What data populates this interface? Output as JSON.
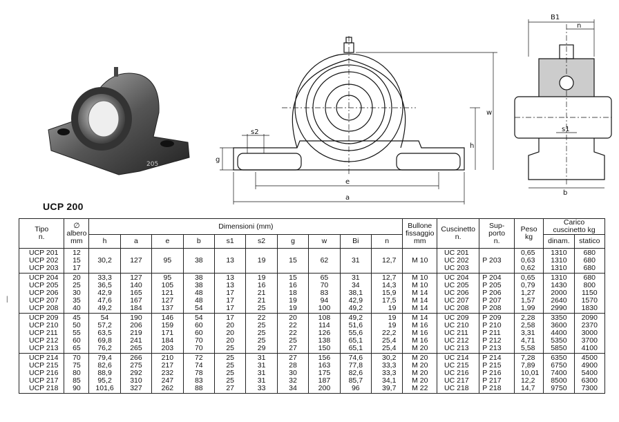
{
  "drawing": {
    "labels": {
      "s2": "s2",
      "g": "g",
      "h": "h",
      "e": "e",
      "a": "a",
      "w": "w",
      "B1": "B1",
      "n": "n",
      "s1": "s1",
      "b": "b"
    },
    "stamp": "205"
  },
  "title": "UCP 200",
  "side_mark": "|",
  "table": {
    "headers": {
      "tipo": [
        "Tipo",
        "n."
      ],
      "albero": [
        "∅",
        "albero",
        "mm"
      ],
      "dimensioni": "Dimensioni (mm)",
      "dims": [
        "h",
        "a",
        "e",
        "b",
        "s1",
        "s2",
        "g",
        "w",
        "Bi",
        "n"
      ],
      "bullone": [
        "Bullone",
        "fissaggio",
        "mm"
      ],
      "cuscinetto": [
        "Cuscinetto",
        "n."
      ],
      "supporto": [
        "Sup-",
        "porto",
        "n."
      ],
      "peso": [
        "Peso",
        "kg"
      ],
      "carico": [
        "Carico",
        "cuscinetto kg"
      ],
      "dinam": "dinam.",
      "statico": "statico"
    },
    "groups": [
      {
        "tipo": [
          "UCP 201",
          "UCP 202",
          "UCP 203"
        ],
        "albero": [
          "12",
          "15",
          "17"
        ],
        "h": [
          "30,2"
        ],
        "a": [
          "127"
        ],
        "e": [
          "95"
        ],
        "b": [
          "38"
        ],
        "s1": [
          "13"
        ],
        "s2": [
          "19"
        ],
        "g": [
          "15"
        ],
        "w": [
          "62"
        ],
        "bi": [
          "31"
        ],
        "n": [
          "12,7"
        ],
        "bullone": [
          "M 10"
        ],
        "cuscinetto": [
          "UC 201",
          "UC 202",
          "UC 203"
        ],
        "supporto": [
          "P 203"
        ],
        "peso": [
          "0,65",
          "0,63",
          "0,62"
        ],
        "dinam": [
          "1310",
          "1310",
          "1310"
        ],
        "statico": [
          "680",
          "680",
          "680"
        ]
      },
      {
        "tipo": [
          "UCP 204",
          "UCP 205",
          "UCP 206",
          "UCP 207",
          "UCP 208"
        ],
        "albero": [
          "20",
          "25",
          "30",
          "35",
          "40"
        ],
        "h": [
          "33,3",
          "36,5",
          "42,9",
          "47,6",
          "49,2"
        ],
        "a": [
          "127",
          "140",
          "165",
          "167",
          "184"
        ],
        "e": [
          "95",
          "105",
          "121",
          "127",
          "137"
        ],
        "b": [
          "38",
          "38",
          "48",
          "48",
          "54"
        ],
        "s1": [
          "13",
          "13",
          "17",
          "17",
          "17"
        ],
        "s2": [
          "19",
          "16",
          "21",
          "21",
          "25"
        ],
        "g": [
          "15",
          "16",
          "18",
          "19",
          "19"
        ],
        "w": [
          "65",
          "70",
          "83",
          "94",
          "100"
        ],
        "bi": [
          "31",
          "34",
          "38,1",
          "42,9",
          "49,2"
        ],
        "n": [
          "12,7",
          "14,3",
          "15,9",
          "17,5",
          "19"
        ],
        "bullone": [
          "M 10",
          "M 10",
          "M 14",
          "M 14",
          "M 14"
        ],
        "cuscinetto": [
          "UC 204",
          "UC 205",
          "UC 206",
          "UC 207",
          "UC 208"
        ],
        "supporto": [
          "P 204",
          "P 205",
          "P 206",
          "P 207",
          "P 208"
        ],
        "peso": [
          "0,65",
          "0,79",
          "1,27",
          "1,57",
          "1,99"
        ],
        "dinam": [
          "1310",
          "1430",
          "2000",
          "2640",
          "2990"
        ],
        "statico": [
          "680",
          "800",
          "1150",
          "1570",
          "1830"
        ]
      },
      {
        "tipo": [
          "UCP 209",
          "UCP 210",
          "UCP 211",
          "UCP 212",
          "UCP 213"
        ],
        "albero": [
          "45",
          "50",
          "55",
          "60",
          "65"
        ],
        "h": [
          "54",
          "57,2",
          "63,5",
          "69,8",
          "76,2"
        ],
        "a": [
          "190",
          "206",
          "219",
          "241",
          "265"
        ],
        "e": [
          "146",
          "159",
          "171",
          "184",
          "203"
        ],
        "b": [
          "54",
          "60",
          "60",
          "70",
          "70"
        ],
        "s1": [
          "17",
          "20",
          "20",
          "20",
          "25"
        ],
        "s2": [
          "22",
          "25",
          "25",
          "25",
          "29"
        ],
        "g": [
          "20",
          "22",
          "22",
          "25",
          "27"
        ],
        "w": [
          "108",
          "114",
          "126",
          "138",
          "150"
        ],
        "bi": [
          "49,2",
          "51,6",
          "55,6",
          "65,1",
          "65,1"
        ],
        "n": [
          "19",
          "19",
          "22,2",
          "25,4",
          "25,4"
        ],
        "bullone": [
          "M 14",
          "M 16",
          "M 16",
          "M 16",
          "M 20"
        ],
        "cuscinetto": [
          "UC 209",
          "UC 210",
          "UC 211",
          "UC 212",
          "UC 213"
        ],
        "supporto": [
          "P 209",
          "P 210",
          "P 211",
          "P 212",
          "P 213"
        ],
        "peso": [
          "2,28",
          "2,58",
          "3,31",
          "4,71",
          "5,58"
        ],
        "dinam": [
          "3350",
          "3600",
          "4400",
          "5350",
          "5850"
        ],
        "statico": [
          "2090",
          "2370",
          "3000",
          "3700",
          "4100"
        ]
      },
      {
        "tipo": [
          "UCP 214",
          "UCP 215",
          "UCP 216",
          "UCP 217",
          "UCP 218"
        ],
        "albero": [
          "70",
          "75",
          "80",
          "85",
          "90"
        ],
        "h": [
          "79,4",
          "82,6",
          "88,9",
          "95,2",
          "101,6"
        ],
        "a": [
          "266",
          "275",
          "292",
          "310",
          "327"
        ],
        "e": [
          "210",
          "217",
          "232",
          "247",
          "262"
        ],
        "b": [
          "72",
          "74",
          "78",
          "83",
          "88"
        ],
        "s1": [
          "25",
          "25",
          "25",
          "25",
          "27"
        ],
        "s2": [
          "31",
          "31",
          "31",
          "31",
          "33"
        ],
        "g": [
          "27",
          "28",
          "30",
          "32",
          "34"
        ],
        "w": [
          "156",
          "163",
          "175",
          "187",
          "200"
        ],
        "bi": [
          "74,6",
          "77,8",
          "82,6",
          "85,7",
          "96"
        ],
        "n": [
          "30,2",
          "33,3",
          "33,3",
          "34,1",
          "39,7"
        ],
        "bullone": [
          "M 20",
          "M 20",
          "M 20",
          "M 20",
          "M 22"
        ],
        "cuscinetto": [
          "UC 214",
          "UC 215",
          "UC 216",
          "UC 217",
          "UC 218"
        ],
        "supporto": [
          "P 214",
          "P 215",
          "P 216",
          "P 217",
          "P 218"
        ],
        "peso": [
          "7,28",
          "7,89",
          "10,01",
          "12,2",
          "14,7"
        ],
        "dinam": [
          "6350",
          "6750",
          "7400",
          "8500",
          "9750"
        ],
        "statico": [
          "4500",
          "4900",
          "5400",
          "6300",
          "7300"
        ]
      }
    ]
  }
}
